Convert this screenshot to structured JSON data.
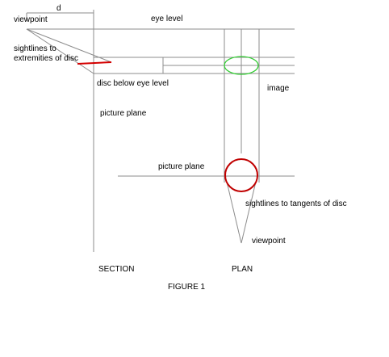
{
  "labels": {
    "d": "d",
    "viewpoint_section": "viewpoint",
    "eye_level": "eye level",
    "sightlines_extremities_1": "sightlines to",
    "sightlines_extremities_2": "extremities of disc",
    "disc_below_eye_level": "disc below eye level",
    "image": "image",
    "picture_plane_section": "picture plane",
    "picture_plane_plan": "picture plane",
    "sightlines_tangents": "sightlines to tangents of disc",
    "viewpoint_plan": "viewpoint",
    "section": "SECTION",
    "plan": "PLAN",
    "figure": "FIGURE 1"
  },
  "colors": {
    "line": "#8c8c8c",
    "disc_section": "#d40000",
    "disc_plan": "#c00000",
    "image_ellipse": "#33cc33"
  }
}
